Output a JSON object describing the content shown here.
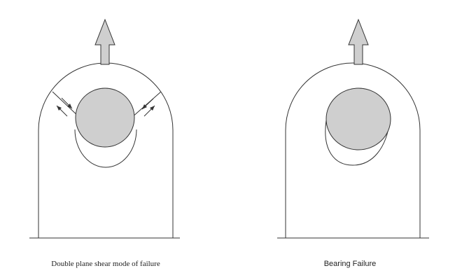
{
  "figures": [
    {
      "caption": "Double plane shear mode of failure",
      "failure_mode": "double-plane-shear"
    },
    {
      "caption": "Bearing Failure",
      "failure_mode": "bearing"
    }
  ],
  "colors": {
    "line": "#333333",
    "pin_fill": "#cfcfcf",
    "arrow_fill": "#cfcfcf",
    "background": "#ffffff"
  },
  "icons": {
    "load": "up-arrow-icon",
    "shear_direction": "small-arrow-icon"
  }
}
